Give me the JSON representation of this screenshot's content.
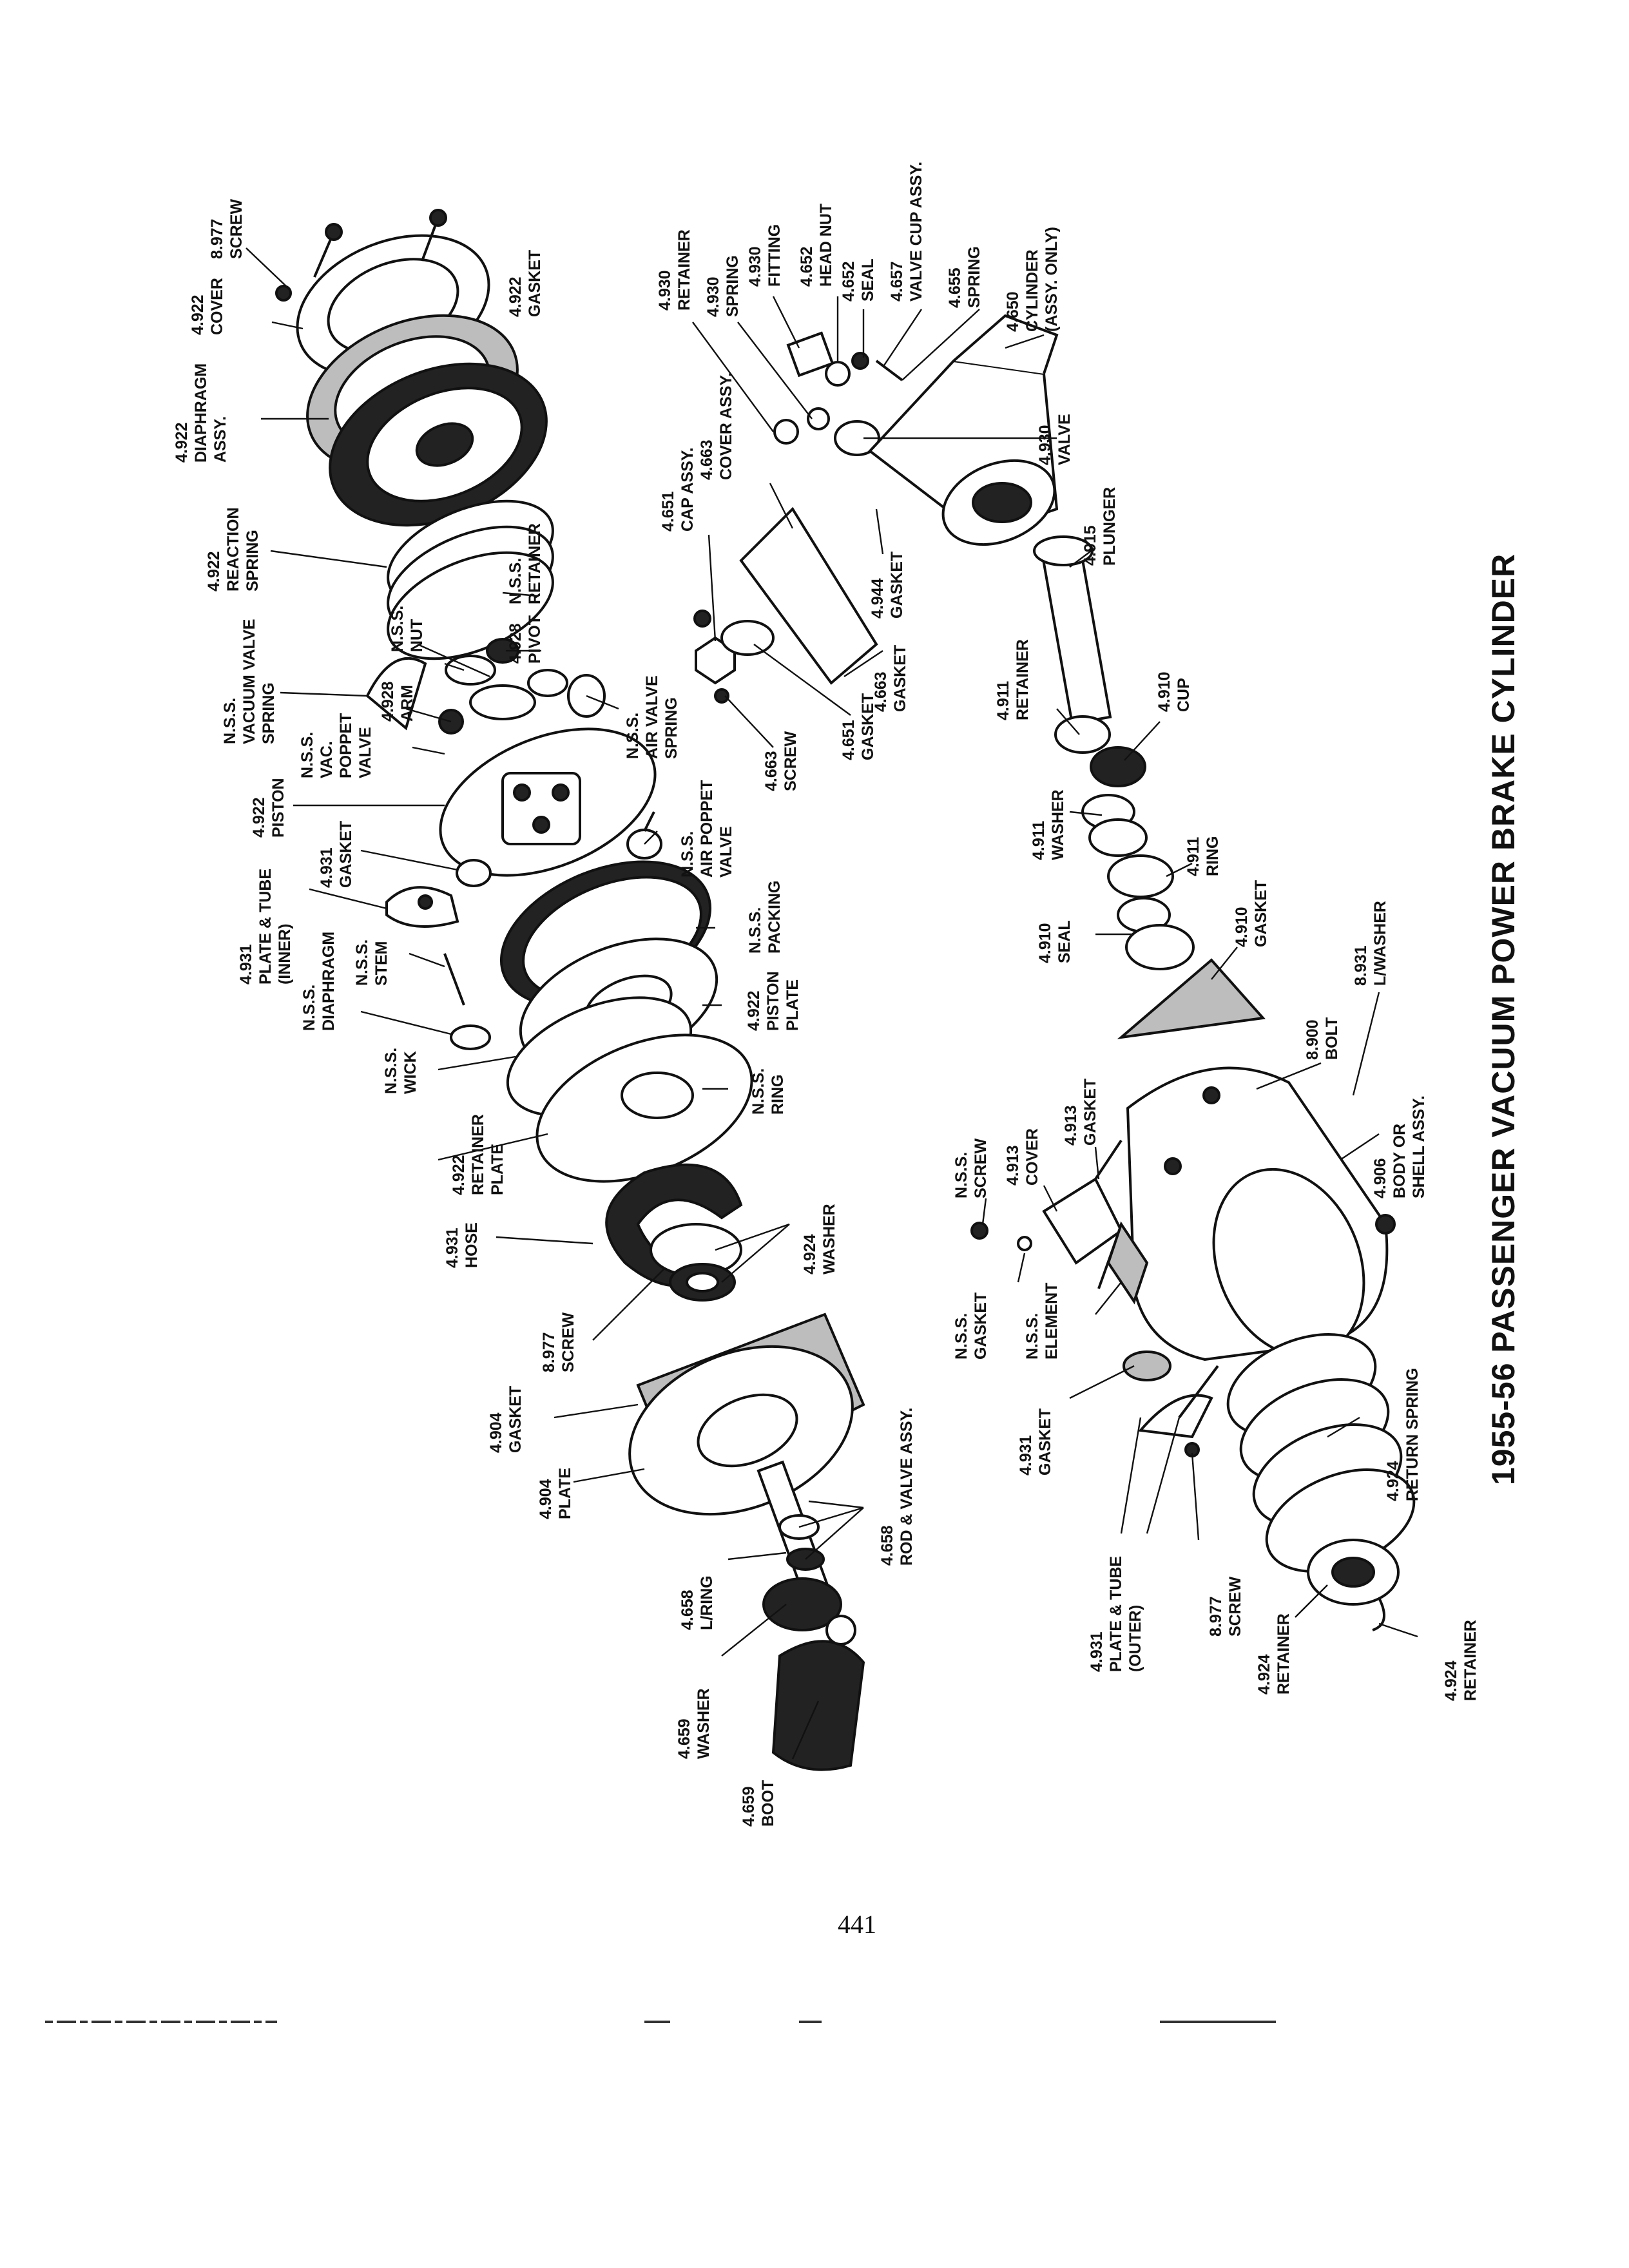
{
  "title": "1955-56 PASSENGER VACUUM POWER BRAKE CYLINDER",
  "page_number": "441",
  "labels": {
    "l01": [
      "8.977",
      "SCREW"
    ],
    "l02": [
      "4.922",
      "COVER"
    ],
    "l03": [
      "4.922",
      "GASKET"
    ],
    "l04": [
      "4.922",
      "DIAPHRAGM",
      "ASSY."
    ],
    "l05": [
      "4.922",
      "REACTION",
      "SPRING"
    ],
    "l06": [
      "N.S.S.",
      "RETAINER"
    ],
    "l07": [
      "N.S.S.",
      "NUT"
    ],
    "l08": [
      "4.928",
      "PIVOT"
    ],
    "l09": [
      "N.S.S.",
      "VACUUM VALVE",
      "SPRING"
    ],
    "l10": [
      "4.928",
      "ARM"
    ],
    "l11": [
      "N.S.S.",
      "VAC.",
      "POPPET",
      "VALVE"
    ],
    "l12": [
      "N.S.S.",
      "AIR VALVE",
      "SPRING"
    ],
    "l13": [
      "4.922",
      "PISTON"
    ],
    "l14": [
      "4.931",
      "GASKET"
    ],
    "l15": [
      "N.S.S.",
      "AIR POPPET",
      "VALVE"
    ],
    "l16": [
      "4.931",
      "PLATE & TUBE",
      "(INNER)"
    ],
    "l17": [
      "N.S.S.",
      "STEM"
    ],
    "l18": [
      "N.S.S.",
      "PACKING"
    ],
    "l19": [
      "N.S.S.",
      "DIAPHRAGM"
    ],
    "l20": [
      "4.922",
      "PISTON",
      "PLATE"
    ],
    "l21": [
      "N.S.S.",
      "WICK"
    ],
    "l22": [
      "N.S.S.",
      "RING"
    ],
    "l23": [
      "4.922",
      "RETAINER",
      "PLATE"
    ],
    "l24": [
      "4.931",
      "HOSE"
    ],
    "l25": [
      "4.924",
      "WASHER"
    ],
    "l26": [
      "8.977",
      "SCREW"
    ],
    "l27": [
      "4.904",
      "GASKET"
    ],
    "l28": [
      "4.904",
      "PLATE"
    ],
    "l29": [
      "4.658",
      "ROD & VALVE ASSY."
    ],
    "l30": [
      "4.658",
      "L/RING"
    ],
    "l31": [
      "4.659",
      "WASHER"
    ],
    "l32": [
      "4.659",
      "BOOT"
    ],
    "l33": [
      "4.930",
      "RETAINER"
    ],
    "l34": [
      "4.930",
      "SPRING"
    ],
    "l35": [
      "4.930",
      "FITTING"
    ],
    "l36": [
      "4.652",
      "HEAD NUT"
    ],
    "l37": [
      "4.652",
      "SEAL"
    ],
    "l38": [
      "4.657",
      "VALVE CUP ASSY."
    ],
    "l39": [
      "4.655",
      "SPRING"
    ],
    "l40": [
      "4.650",
      "CYLINDER",
      "(ASSY. ONLY)"
    ],
    "l41": [
      "4.930",
      "VALVE"
    ],
    "l42": [
      "4.663",
      "COVER ASSY."
    ],
    "l43": [
      "4.651",
      "CAP ASSY."
    ],
    "l44": [
      "4.944",
      "GASKET"
    ],
    "l45": [
      "4.915",
      "PLUNGER"
    ],
    "l46": [
      "4.663",
      "GASKET"
    ],
    "l47": [
      "4.651",
      "GASKET"
    ],
    "l48": [
      "4.663",
      "SCREW"
    ],
    "l49": [
      "4.911",
      "RETAINER"
    ],
    "l50": [
      "4.910",
      "CUP"
    ],
    "l51": [
      "4.911",
      "WASHER"
    ],
    "l52": [
      "4.911",
      "RING"
    ],
    "l53": [
      "4.910",
      "SEAL"
    ],
    "l54": [
      "4.910",
      "GASKET"
    ],
    "l55": [
      "8.931",
      "L/WASHER"
    ],
    "l56": [
      "8.900",
      "BOLT"
    ],
    "l57": [
      "4.906",
      "BODY OR",
      "SHELL ASSY."
    ],
    "l58": [
      "N.S.S.",
      "SCREW"
    ],
    "l59": [
      "4.913",
      "COVER"
    ],
    "l60": [
      "4.913",
      "GASKET"
    ],
    "l61": [
      "N.S.S.",
      "GASKET"
    ],
    "l62": [
      "N.S.S.",
      "ELEMENT"
    ],
    "l63": [
      "4.931",
      "GASKET"
    ],
    "l64": [
      "4.924",
      "RETURN SPRING"
    ],
    "l65": [
      "8.977",
      "SCREW"
    ],
    "l66": [
      "4.931",
      "PLATE & TUBE",
      "(OUTER)"
    ],
    "l67": [
      "4.924",
      "RETAINER"
    ],
    "l68": [
      "4.924",
      "RETAINER"
    ]
  }
}
